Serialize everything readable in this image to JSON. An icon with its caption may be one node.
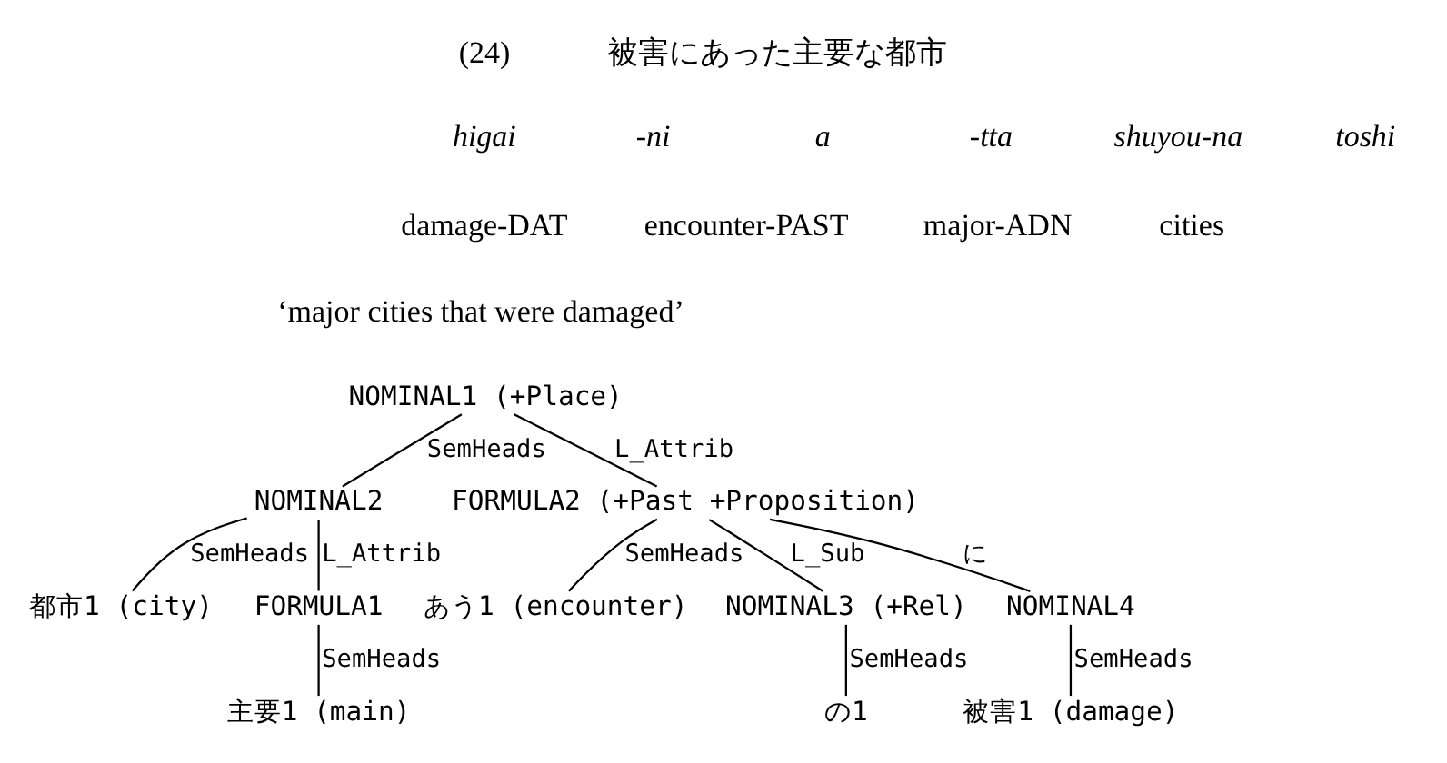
{
  "diagram": {
    "nodes": [
      {
        "text": [
          "NOMINAL1 (+Place)"
        ]
      },
      {
        "text": [
          "NOMINAL2"
        ]
      },
      {
        "text": [
          "都市1 (city)"
        ]
      },
      {
        "text": [
          "FORMULA1"
        ]
      },
      {
        "text": [
          "主要1 (main)"
        ]
      },
      {
        "text": [
          "FORMULA2 (+Past +Proposition)"
        ]
      },
      {
        "text": [
          "あう1 (encounter)"
        ]
      },
      {
        "text": [
          "NOMINAL3 (+Rel)"
        ]
      },
      {
        "text": [
          "の1"
        ]
      },
      {
        "text": [
          "NOMINAL4"
        ]
      },
      {
        "text": [
          "被害1 (damage)"
        ]
      }
    ],
    "edges": [
      {
        "from": 0,
        "to": 1,
        "arrow": "none",
        "label": "SemHeads"
      },
      {
        "from": 1,
        "to": 2,
        "arrow": "none",
        "label": "SemHeads"
      },
      {
        "from": 1,
        "to": 3,
        "arrow": "none",
        "label": "L_Attrib"
      },
      {
        "from": 3,
        "to": 4,
        "arrow": "none",
        "label": "SemHeads"
      },
      {
        "from": 0,
        "to": 5,
        "arrow": "none",
        "label": "L_Attrib"
      },
      {
        "from": 5,
        "to": 6,
        "arrow": "none",
        "label": "SemHeads"
      },
      {
        "from": 5,
        "to": 7,
        "arrow": "none",
        "label": "L_Sub"
      },
      {
        "from": 7,
        "to": 8,
        "arrow": "none",
        "label": "SemHeads"
      },
      {
        "from": 5,
        "to": 9,
        "arrow": "none",
        "label": "に"
      },
      {
        "from": 9,
        "to": 10,
        "arrow": "none",
        "label": "SemHeads"
      }
    ],
    "labels": [
      "(24)",
      "被害にあった主要な都市",
      "higai",
      "-ni",
      "a",
      "-tta",
      "shuyou-na",
      "toshi",
      "damage-DAT",
      "encounter-PAST",
      "major-ADN",
      "cities",
      "‘major cities that were damaged’"
    ]
  }
}
